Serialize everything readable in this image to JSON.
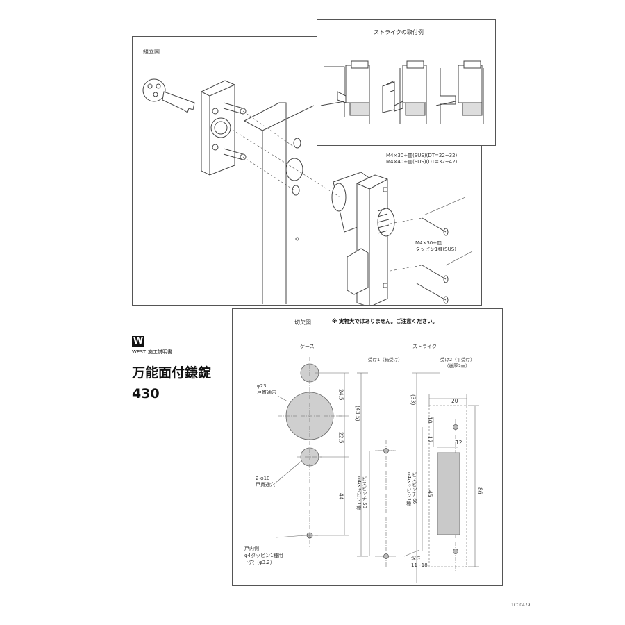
{
  "assembly": {
    "title": "組立図",
    "screw_spec_1": "M4×30+皿(SUS)(DT=22~32)",
    "screw_spec_2": "M4×40+皿(SUS)(DT=32~42)",
    "pin_spec_1": "M4×30+皿",
    "pin_spec_2": "タッピン1種(SUS)"
  },
  "strike_examples": {
    "title": "ストライクの取付例"
  },
  "brand": {
    "logo": "W",
    "name": "WEST",
    "doc_type": "施工説明書",
    "product_name": "万能面付鎌錠",
    "model": "430"
  },
  "cutout": {
    "title": "切欠図",
    "note": "※ 実物大ではありません。ご注意ください。",
    "case_label": "ケース",
    "strike_label": "ストライク",
    "receiver1_label": "受け1（箱受け）",
    "receiver2_label_1": "受け2（平受け）",
    "receiver2_label_2": "（板厚2㎜）",
    "dia23_1": "φ23",
    "dia23_2": "戸貫通穴",
    "dia10_1": "2-φ10",
    "dia10_2": "戸貫通穴",
    "inner_1": "戸内側",
    "inner_2": "φ4タッピン1種用",
    "inner_3": "下穴（φ3.2）",
    "dim_245": "24.5",
    "dim_225": "22.5",
    "dim_44": "44",
    "dim_435": "(43.5)",
    "dim_33": "(33)",
    "dim_20": "20",
    "dim_10": "10",
    "dim_12a": "12",
    "dim_12b": "12",
    "dim_45": "45",
    "dim_86": "86",
    "pitch59_1": "φ4タッピン1種",
    "pitch59_2": "ビスピッチ 59",
    "pitch66_1": "φ4タッピン1種",
    "pitch66_2": "ビスピッチ 66",
    "depth_1": "深さ",
    "depth_2": "11~18"
  },
  "footer": {
    "code": "1CC0479"
  }
}
